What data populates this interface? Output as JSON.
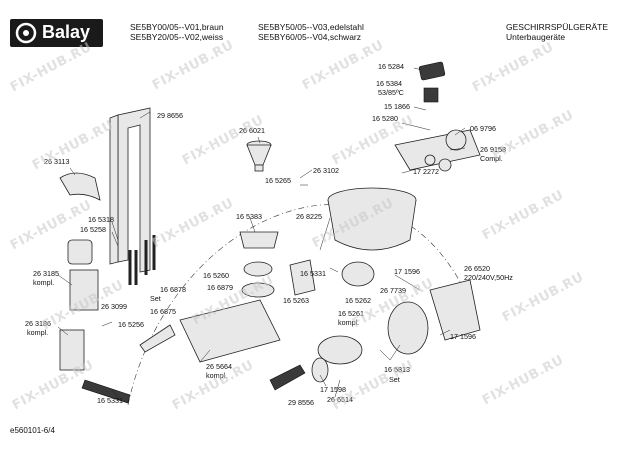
{
  "header": {
    "brand": "Balay",
    "models": {
      "line1_col1": "SE5BY00/05--V01,braun",
      "line1_col2": "SE5BY50/05--V03,edelstahl",
      "line2_col1": "SE5BY20/05--V02,weiss",
      "line2_col2": "SE5BY60/05--V04,schwarz"
    },
    "category": "GESCHIRRSPÜLGERÄTE",
    "subcategory": "Unterbaugeräte"
  },
  "footer": {
    "doc_id": "e560101-6/4"
  },
  "watermark": "FIX-HUB.RU",
  "labels": {
    "p165284": "16 5284",
    "p165384": "16 5384",
    "t5385": "53/85ºC",
    "p151866": "15 1866",
    "p165280": "16 5280",
    "p069796": "06 9796",
    "p298656": "29 8656",
    "p266021": "26 6021",
    "p269158": "26 9158",
    "compl": "Compl.",
    "p263113": "26 3113",
    "p172272": "17 2272",
    "p263102": "26 3102",
    "p165265": "16 5265",
    "p165318": "16 5318",
    "p165258": "16 5258",
    "p165383": "16 5383",
    "p268225": "26 8225",
    "p263185": "26 3185",
    "kompl1": "kompl.",
    "p165260": "16 5260",
    "p165331a": "16 5331",
    "p171596a": "17 1596",
    "p266520": "26 6520",
    "v220": "220/240V,50Hz",
    "p166878": "16 6878",
    "p263099": "26 3099",
    "set1": "Set",
    "p166879": "16 6879",
    "p165263": "16 5263",
    "p165262": "16 5262",
    "p267739": "26 7739",
    "p166875": "16 6875",
    "p165261": "16 5261",
    "kompl2": "kompl.",
    "p263186": "26 3186",
    "kompl3": "kompl.",
    "p165256": "16 5256",
    "p171596b": "17 1596",
    "p265664": "26 5664",
    "kompl4": "kompl.",
    "p165813": "16 5813",
    "set2": "Set",
    "p171598": "17 1598",
    "p165331b": "16 5331",
    "p298556": "29 8556",
    "p266514": "26 6514"
  }
}
